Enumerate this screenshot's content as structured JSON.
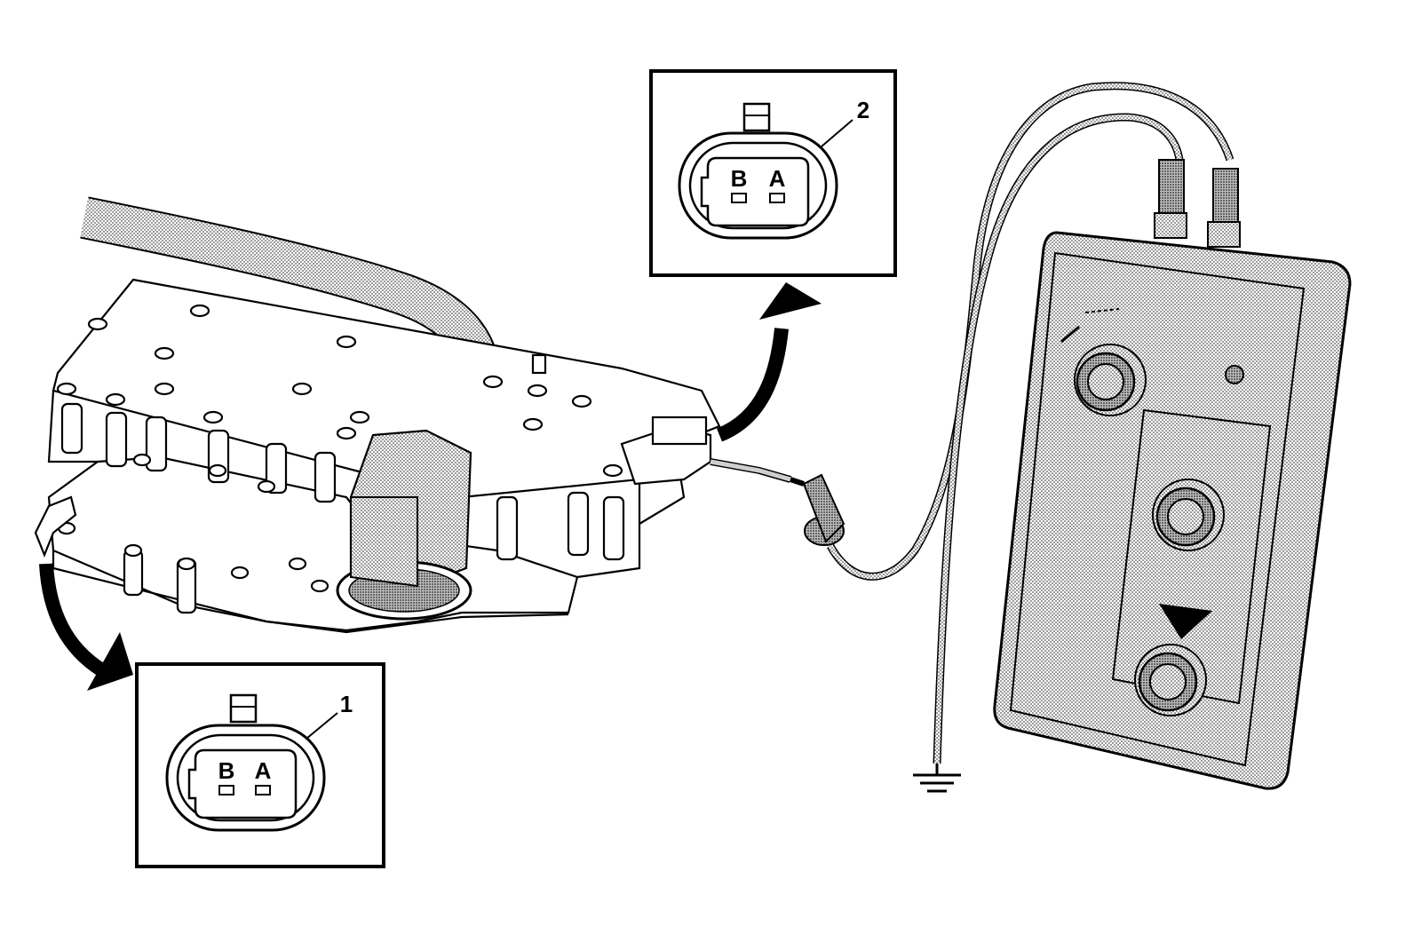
{
  "colors": {
    "line": "#000000",
    "background": "#ffffff",
    "stipple": "#8a8a8a"
  },
  "callouts": {
    "callout_1": "1",
    "callout_2": "2"
  },
  "connector_1": {
    "pin_left": "B",
    "pin_right": "A"
  },
  "connector_2": {
    "pin_left": "B",
    "pin_right": "A"
  },
  "icons": [
    "ground-symbol-icon",
    "curved-arrow-icon",
    "knob-icon",
    "cable-icon"
  ]
}
